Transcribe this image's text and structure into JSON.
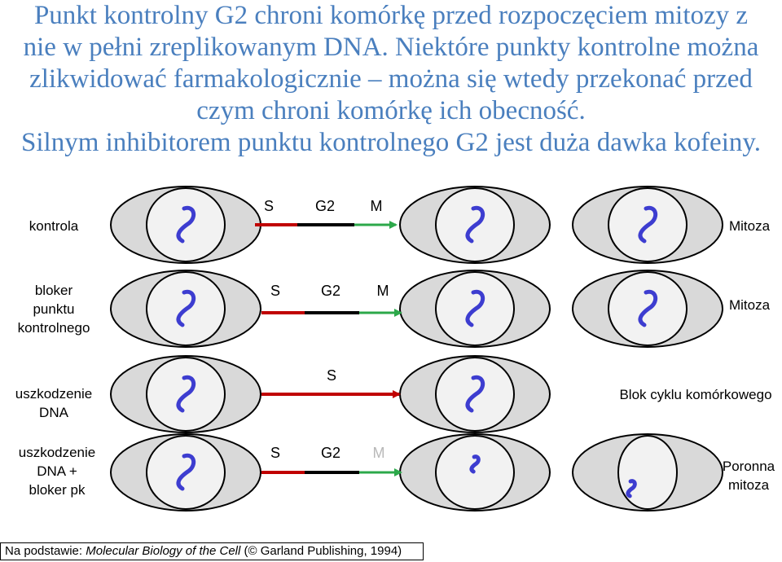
{
  "intro": {
    "lines": [
      "Punkt kontrolny G2 chroni komórkę przed rozpoczęciem mitozy z",
      "nie w pełni zreplikowanym DNA. Niektóre punkty kontrolne można",
      "zlikwidować farmakologicznie – można się wtedy przekonać przed",
      "czym chroni komórkę ich obecność.",
      "Silnym inhibitorem punktu kontrolnego G2 jest duża dawka kofeiny."
    ]
  },
  "colors": {
    "intro_text": "#4a7fbe",
    "cell_fill": "#d9d9d9",
    "nucleus_fill": "#f2f2f2",
    "dna": "#3d3dd0",
    "s_phase": "#c00000",
    "g2_phase": "#000000",
    "m_phase": "#2ca84a",
    "m_faded": "#b8b8b8"
  },
  "rows": [
    {
      "condition": "kontrola",
      "phases": {
        "s": "S",
        "g2": "G2",
        "m": "M"
      },
      "outcome": "Mitoza"
    },
    {
      "condition": "bloker\npunktu\nkontrolnego",
      "phases": {
        "s": "S",
        "g2": "G2",
        "m": "M"
      },
      "outcome": "Mitoza"
    },
    {
      "condition": "uszkodzenie\nDNA",
      "phases": {
        "s": "S"
      },
      "outcome": "Blok cyklu komórkowego"
    },
    {
      "condition": "uszkodzenie\nDNA +\nbloker pk",
      "phases": {
        "s": "S",
        "g2": "G2",
        "m": "M"
      },
      "outcome": "Poronna\nmitoza"
    }
  ],
  "caption": {
    "prefix": "Na podstawie: ",
    "title": "Molecular Biology of the Cell",
    "suffix": " (© Garland Publishing, 1994)"
  }
}
